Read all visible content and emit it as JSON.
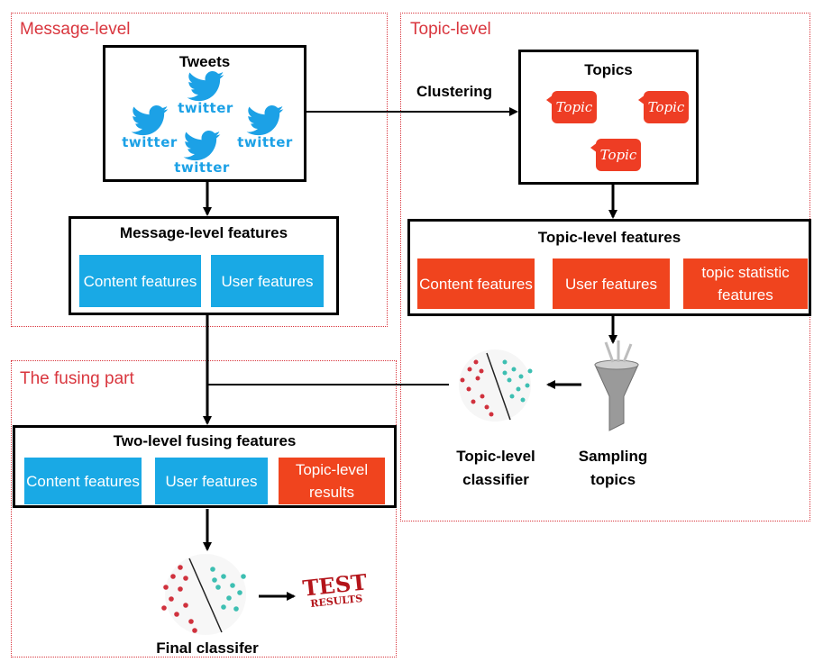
{
  "regions": {
    "message_level": "Message-level",
    "topic_level": "Topic-level",
    "fusing_part": "The fusing part"
  },
  "tweets_box": {
    "title": "Tweets",
    "icon_word": "twitter"
  },
  "clustering_label": "Clustering",
  "topics_box": {
    "title": "Topics",
    "badge_text": "Topic"
  },
  "message_features": {
    "title": "Message-level features",
    "chips": [
      "Content features",
      "User features"
    ]
  },
  "topic_features": {
    "title": "Topic-level features",
    "chips": [
      "Content features",
      "User features",
      "topic statistic features"
    ]
  },
  "topic_classifier_label": "Topic-level classifier",
  "sampling_label": "Sampling topics",
  "fusing_features": {
    "title": "Two-level fusing features",
    "chips": [
      "Content features",
      "User features",
      "Topic-level results"
    ]
  },
  "final_classifier_label": "Final classifer",
  "test_results": {
    "line1": "TEST",
    "line2": "RESULTS"
  },
  "colors": {
    "blue_chip": "#19a9e5",
    "red_chip": "#f0441e",
    "region_border": "#d9363e",
    "twitter": "#1ca1e6"
  }
}
